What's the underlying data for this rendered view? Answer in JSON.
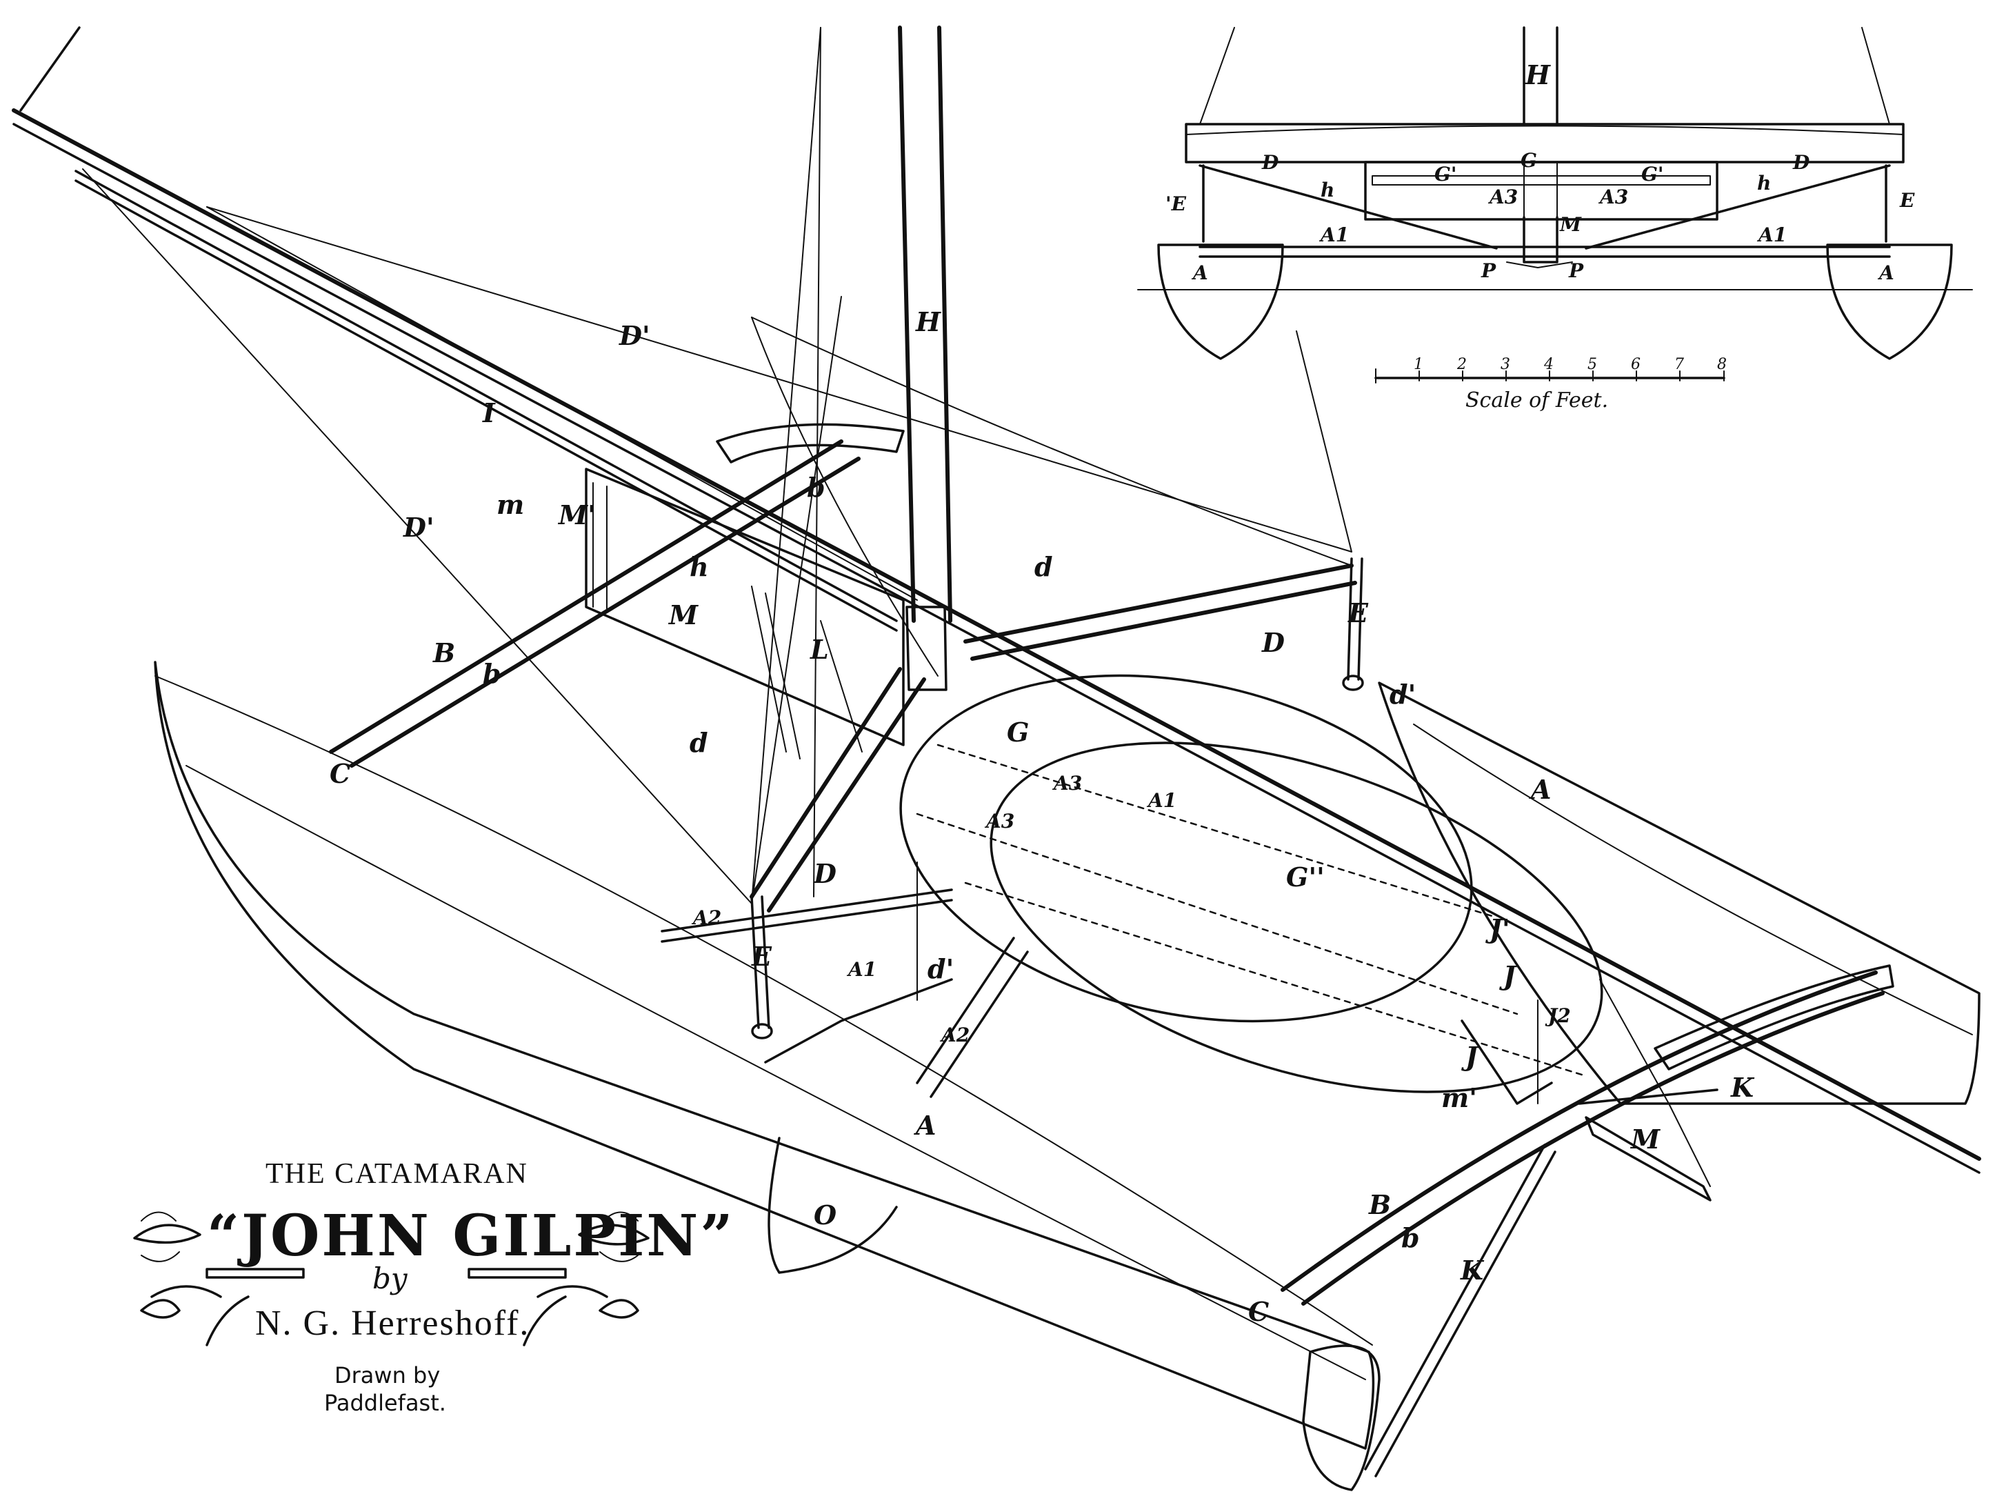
{
  "title": {
    "line1": "THE CATAMARAN",
    "line2": "“JOHN GILPIN”",
    "line3": "by",
    "line4": "N. G. Herreshoff.",
    "credit1": "Drawn by",
    "credit2": "Paddlefast."
  },
  "scale": {
    "caption": "Scale of Feet.",
    "ticks": [
      "1",
      "2",
      "3",
      "4",
      "5",
      "6",
      "7",
      "8"
    ]
  },
  "labels": {
    "H_inset": "H",
    "D_inset_l": "D",
    "D_inset_r": "D",
    "h_inset_l": "h",
    "h_inset_r": "h",
    "G_inset": "G",
    "Gp_inset_l": "G'",
    "Gp_inset_r": "G'",
    "A3_inset_l": "A3",
    "A3_inset_r": "A3",
    "M_inset": "M",
    "E_inset_l": "'E",
    "E_inset_r": "E",
    "A1_inset_l": "A1",
    "A1_inset_r": "A1",
    "P_inset_l": "P",
    "P_inset_r": "P",
    "A_inset_l": "A",
    "A_inset_r": "A",
    "Dp_top": "D'",
    "I": "I",
    "H_mast": "H",
    "b_top": "b",
    "m": "m",
    "Mp": "M'",
    "Dp_left": "D'",
    "h_main": "h",
    "d_top": "d",
    "M_main": "M",
    "L": "L",
    "B_left": "B",
    "b_left": "b",
    "E_right": "E",
    "D_right": "D",
    "dp_right": "d'",
    "G_main": "G",
    "C_left": "C",
    "d_left": "d",
    "A3_main": "A3",
    "A1_main": "A1",
    "A_right": "A",
    "A3_b": "A3",
    "D_mid": "D",
    "Gpp": "G''",
    "A2_a": "A2",
    "Jp": "J'",
    "E_left": "E",
    "A1_b": "A1",
    "dp_low": "d'",
    "J": "J",
    "J2": "J2",
    "A2_b": "A2",
    "J_low": "J",
    "mp": "m'",
    "K_right": "K",
    "A_low": "A",
    "M_right": "M",
    "O": "O",
    "B_right": "B",
    "b_right": "b",
    "K_low": "K",
    "C_right": "C"
  }
}
